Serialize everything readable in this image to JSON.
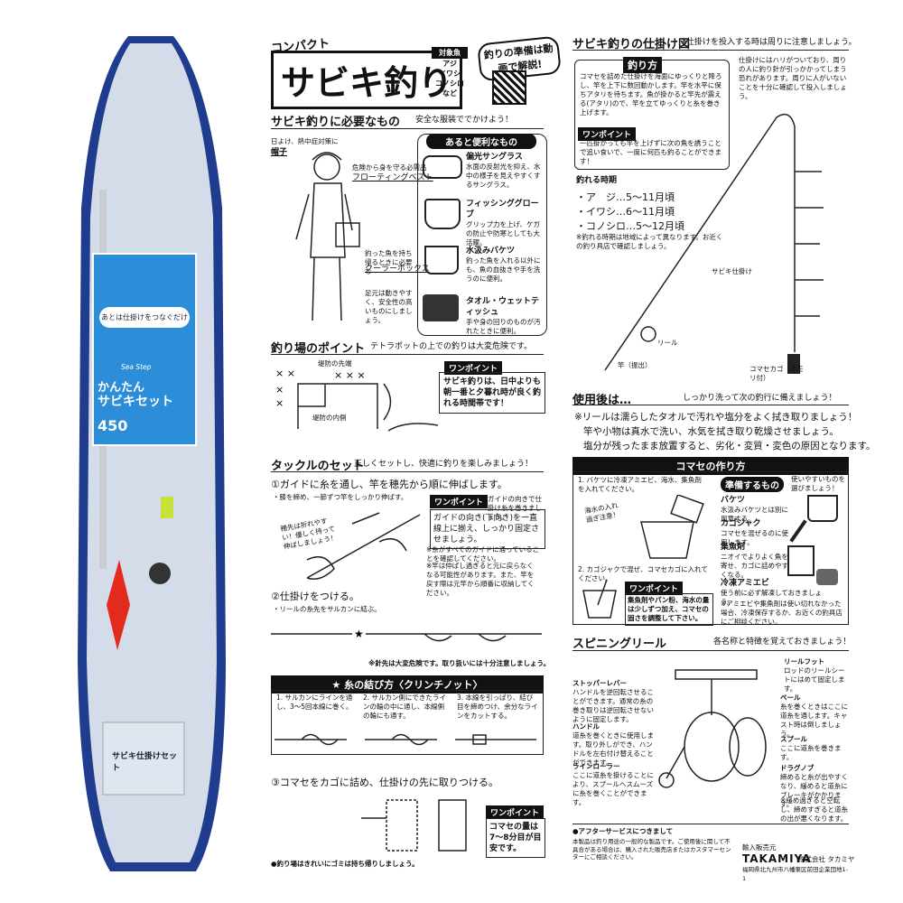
{
  "product": {
    "bag_color": "#1f3c8f",
    "label_brand": "Sea Step",
    "label_title_1": "かんたん",
    "label_title_2": "サビキセット",
    "label_price": "450",
    "label_catch": "あとは仕掛けをつなぐだけ",
    "bottom_label": "サビキ仕掛けセット"
  },
  "header": {
    "compact": "コンパクト",
    "title": "サビキ釣り",
    "target_label": "対象魚",
    "target_fish": [
      "アジ",
      "イワシ",
      "コノシロ",
      "など"
    ],
    "video_text": "釣りの準備は動画で解説!"
  },
  "needs": {
    "title": "サビキ釣りに必要なもの",
    "subtitle": "安全な服装ででかけよう！",
    "hat_note": "日よけ、熱中症対策に",
    "hat_label": "帽子",
    "vest_note": "危険から身を守る必需品",
    "vest_label": "フローティングベスト",
    "cooler_note": "釣った魚を持ち帰るときに必要な",
    "cooler_label": "クーラーボックス",
    "shoes_note": "足元は動きやすく、安全性の高いものにしましょう。",
    "extras_title": "あると便利なもの",
    "extras": [
      {
        "name": "偏光サングラス",
        "desc": "水面の反射光を抑え、水中の様子を見えやすくするサングラス。"
      },
      {
        "name": "フィッシンググローブ",
        "desc": "グリップ力を上げ、ケガの防止や防寒としても大活躍。"
      },
      {
        "name": "水汲みバケツ",
        "desc": "釣った魚を入れる以外にも、魚の血抜きや手を洗うのに便利。"
      },
      {
        "name": "タオル・ウェットティッシュ",
        "desc": "手や身の回りのものが汚れたときに便利。"
      }
    ]
  },
  "spot": {
    "title": "釣り場のポイント",
    "subtitle": "テトラポットの上での釣りは大変危険です。",
    "edge_label": "堤防の先端",
    "inner_label": "堤防の内側",
    "tip_tag": "ワンポイント",
    "tip_text": "サビキ釣りは、日中よりも朝一番と夕暮れ時が良く釣れる時間帯です！"
  },
  "tackle": {
    "title": "タックルのセット",
    "subtitle": "正しくセットし、快適に釣りを楽しみましょう！",
    "step1": "①ガイドに糸を通し、竿を穂先から順に伸ばします。",
    "step1_note": "・膝を締め、一節ずつ竿をしっかり伸ばす。",
    "hand_note": "穂先は折れやすい！優しく持って伸ばしましょう！",
    "tip_tag": "ワンポイント",
    "tip_small": "ガイドの向きで仕掛け糸を巻きましょう。",
    "tip_text": "ガイドの向き(下向き)を一直線上に揃え、しっかり固定させましょう。",
    "note1": "※糸がすべてのガイドに通っていることを確認してください。",
    "note2": "※竿は仲ばし過ぎると元に戻らなくなる可能性があります。また、竿を戻す際は元竿から順番に収納してください。",
    "step2": "②仕掛けをつける。",
    "step2_note": "・リールの糸先をサルカンに結ぶ。",
    "hook_warning": "※針先は大変危険です。取り扱いには十分注意しましょう。",
    "knot_title": "★ 糸の結び方〈クリンチノット〉",
    "knot_steps": [
      "1. サルカンにラインを通し、3〜5回本線に巻く。",
      "2. サルカン側にできたラインの輪の中に通し、本線側の輪にも通す。",
      "3. 本線を引っぱり、結び目を締めつけ、余分なラインをカットする。"
    ],
    "step3": "③コマセをカゴに詰め、仕掛けの先に取りつける。",
    "step3_tip_tag": "ワンポイント",
    "step3_tip_text": "コマセの量は7〜8分目が目安です。",
    "trash_note": "●釣り場はきれいにゴミは持ち帰りしましょう。"
  },
  "rig": {
    "title": "サビキ釣りの仕掛け図",
    "subtitle": "仕掛けを投入する時は周りに注意しましょう。",
    "howto_tag": "釣り方",
    "howto_text": "コマセを詰めた仕掛けを海面にゆっくりと降ろし、竿を上下に数回動かします。竿を水平に保ちアタリを待ちます。魚が掛かると竿先が震える(アタリ)ので、竿を立てゆっくりと糸を巻き上げます。",
    "onepoint_tag": "ワンポイント",
    "onepoint_text": "一匹掛かっても竿を上げずに次の魚を誘うことで追い食いで、一度に何匹も釣ることができます！",
    "season_title": "釣れる時期",
    "seasons": [
      "・ア　ジ…5〜11月頃",
      "・イワシ…6〜11月頃",
      "・コノシロ…5〜12月頃"
    ],
    "season_note": "※釣れる時期は地域によって異なります。お近くの釣り具店で確認しましょう。",
    "right_note": "仕掛けにはハリがついており、周りの人に釣り針が引っかかってしまう恐れがあります。周りに人がいないことを十分に確認して投入しましょう。",
    "lbl_sabiki": "サビキ仕掛け",
    "lbl_reel": "リール",
    "lbl_rod": "竿（振出）",
    "lbl_basket": "コマセカゴ（オモリ付）"
  },
  "after": {
    "title": "使用後は…",
    "subtitle": "しっかり洗って次の釣行に備えましょう！",
    "lines": [
      "※リールは濡らしたタオルで汚れや塩分をよく拭き取りましょう！",
      "竿や小物は真水で洗い、水気を拭き取り乾燥させましょう。",
      "塩分が残ったまま放置すると、劣化・変質・変色の原因となります。"
    ]
  },
  "komase": {
    "title": "コマセの作り方",
    "step1": "1. バケツに冷凍アミエビ、海水、集魚剤を入れてください。",
    "step1_note": "海水の入れ過ぎ注意！",
    "step2": "2. カゴジャクで混ぜ、コマセカゴに入れてください。",
    "tip_tag": "ワンポイント",
    "tip_text": "集魚剤やパン粉、海水の量は少しずつ加え、コマセの固さを調整して下さい。",
    "prep_title": "準備するもの",
    "prep_note": "使いやすいものを選びましょう！",
    "items": [
      {
        "name": "バケツ",
        "desc": "水汲みバケツとは別に用意する。"
      },
      {
        "name": "カゴジャク",
        "desc": "コマセを混ぜるのに使用します。"
      },
      {
        "name": "集魚剤",
        "desc": "ニオイでよりよく魚を寄せ、カゴに詰めやすくなる。"
      },
      {
        "name": "冷凍アミエビ",
        "desc": "使う前に必ず解凍しておきましょう。"
      }
    ],
    "footnote": "※アミエビや集魚剤は使い切れなかった場合、冷凍保存するか、お近くの釣具店にご相談ください。"
  },
  "reel": {
    "title": "スピニングリール",
    "subtitle": "各名称と特徴を覚えておきましょう！",
    "parts": [
      {
        "name": "リールフット",
        "desc": "ロッドのリールシートにはめて固定します。"
      },
      {
        "name": "ストッパーレバー",
        "desc": "ハンドルを逆回転させることができます。通常の糸の巻き取りは逆回転させないように固定します。"
      },
      {
        "name": "ベール",
        "desc": "糸を巻くときはここに道糸を通します。キャスト時は倒しましょう。"
      },
      {
        "name": "スプール",
        "desc": "ここに道糸を巻きます。"
      },
      {
        "name": "ハンドル",
        "desc": "道糸を巻くときに使用します。取り外しができ、ハンドルを左右付け替えることができます。"
      },
      {
        "name": "ドラグノブ",
        "desc": "締めると糸が出やすくなり、緩めると道糸にブレーキがかかります。"
      },
      {
        "name": "ラインローラー",
        "desc": "ここに道糸を掛けることにより、スプールへスムーズに糸を巻くことができます。"
      }
    ],
    "drag_note": "※緩め過ぎると空転し、締めすぎると道糸の出が悪くなります。"
  },
  "footer": {
    "service_title": "●アフターサービスにつきまして",
    "service_text": "本製品は釣り用途の一般的な製品です。ご使用後に関して不具合がある場合は、購入された販売店またはカスタマーセンターにご相談ください。",
    "importer_label": "輸入販売元",
    "company_en": "TAKAMIYA",
    "company_jp": "株式会社 タカミヤ",
    "address": "福岡県北九州市八幡東区前田企業団地1-1"
  }
}
